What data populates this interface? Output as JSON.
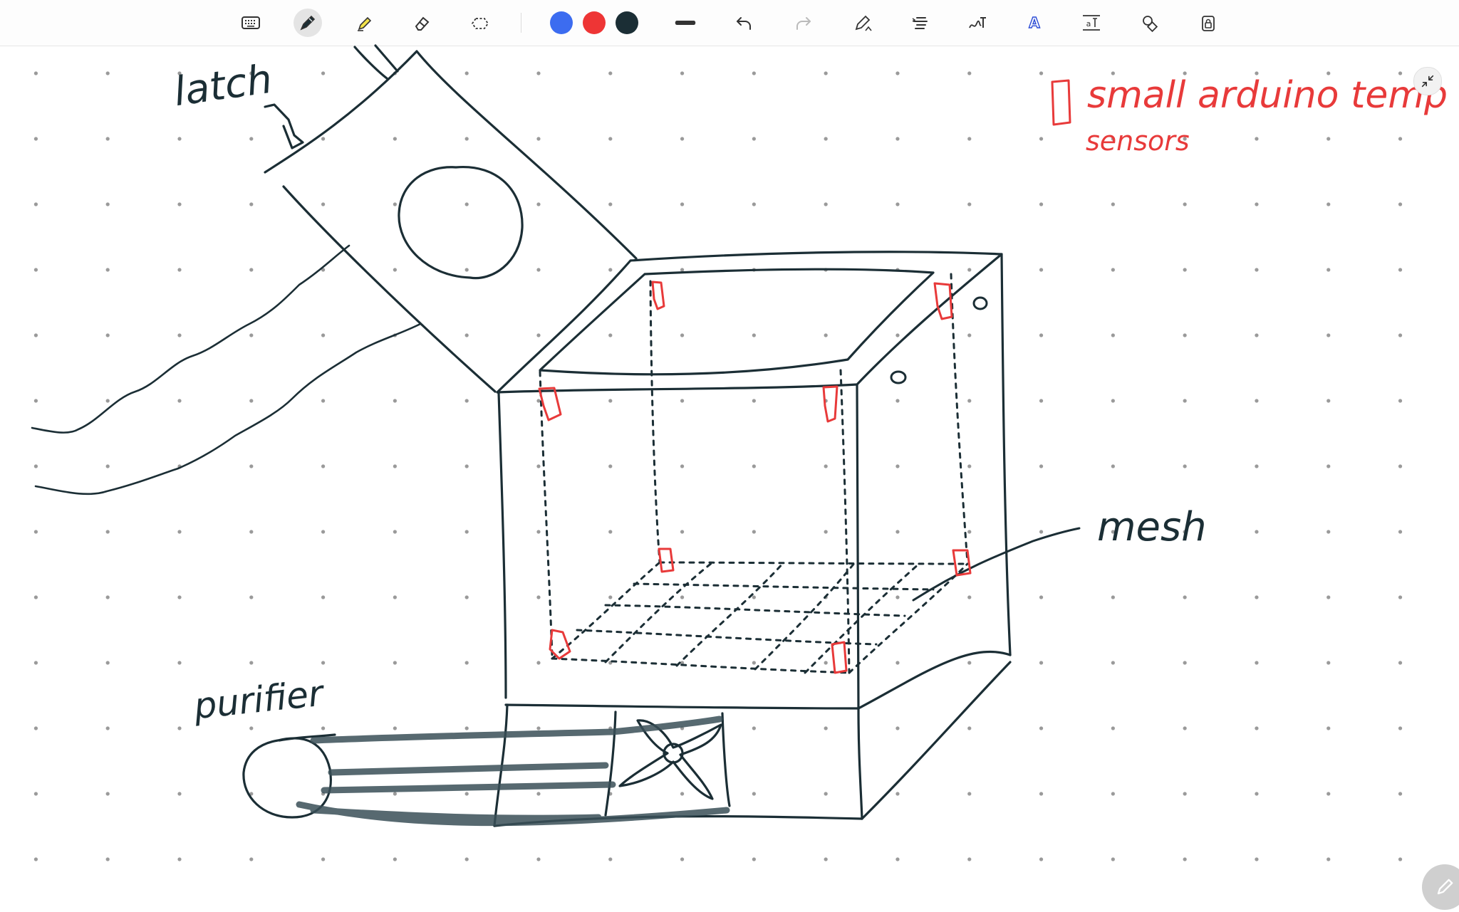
{
  "canvas": {
    "labels": {
      "latch": "latch",
      "legend_line1": "small arduino temp",
      "legend_line2": "sensors",
      "mesh": "mesh",
      "purifier": "purifier"
    },
    "ink_colors": {
      "dark": "#1b2e35",
      "red": "#e83a3a"
    }
  },
  "toolbar": {
    "tools": [
      {
        "name": "keyboard-icon"
      },
      {
        "name": "pen-icon",
        "active": true
      },
      {
        "name": "highlighter-icon"
      },
      {
        "name": "eraser-icon"
      },
      {
        "name": "lasso-icon"
      }
    ],
    "colors": [
      "#3c6cf0",
      "#ee3535",
      "#1b2e35"
    ],
    "actions": [
      "stroke-width-icon",
      "undo-icon",
      "redo-icon",
      "pen-settings-icon",
      "text-align-icon",
      "handwriting-icon",
      "ai-text-icon",
      "text-size-icon",
      "shapes-icon",
      "lock-icon"
    ]
  }
}
